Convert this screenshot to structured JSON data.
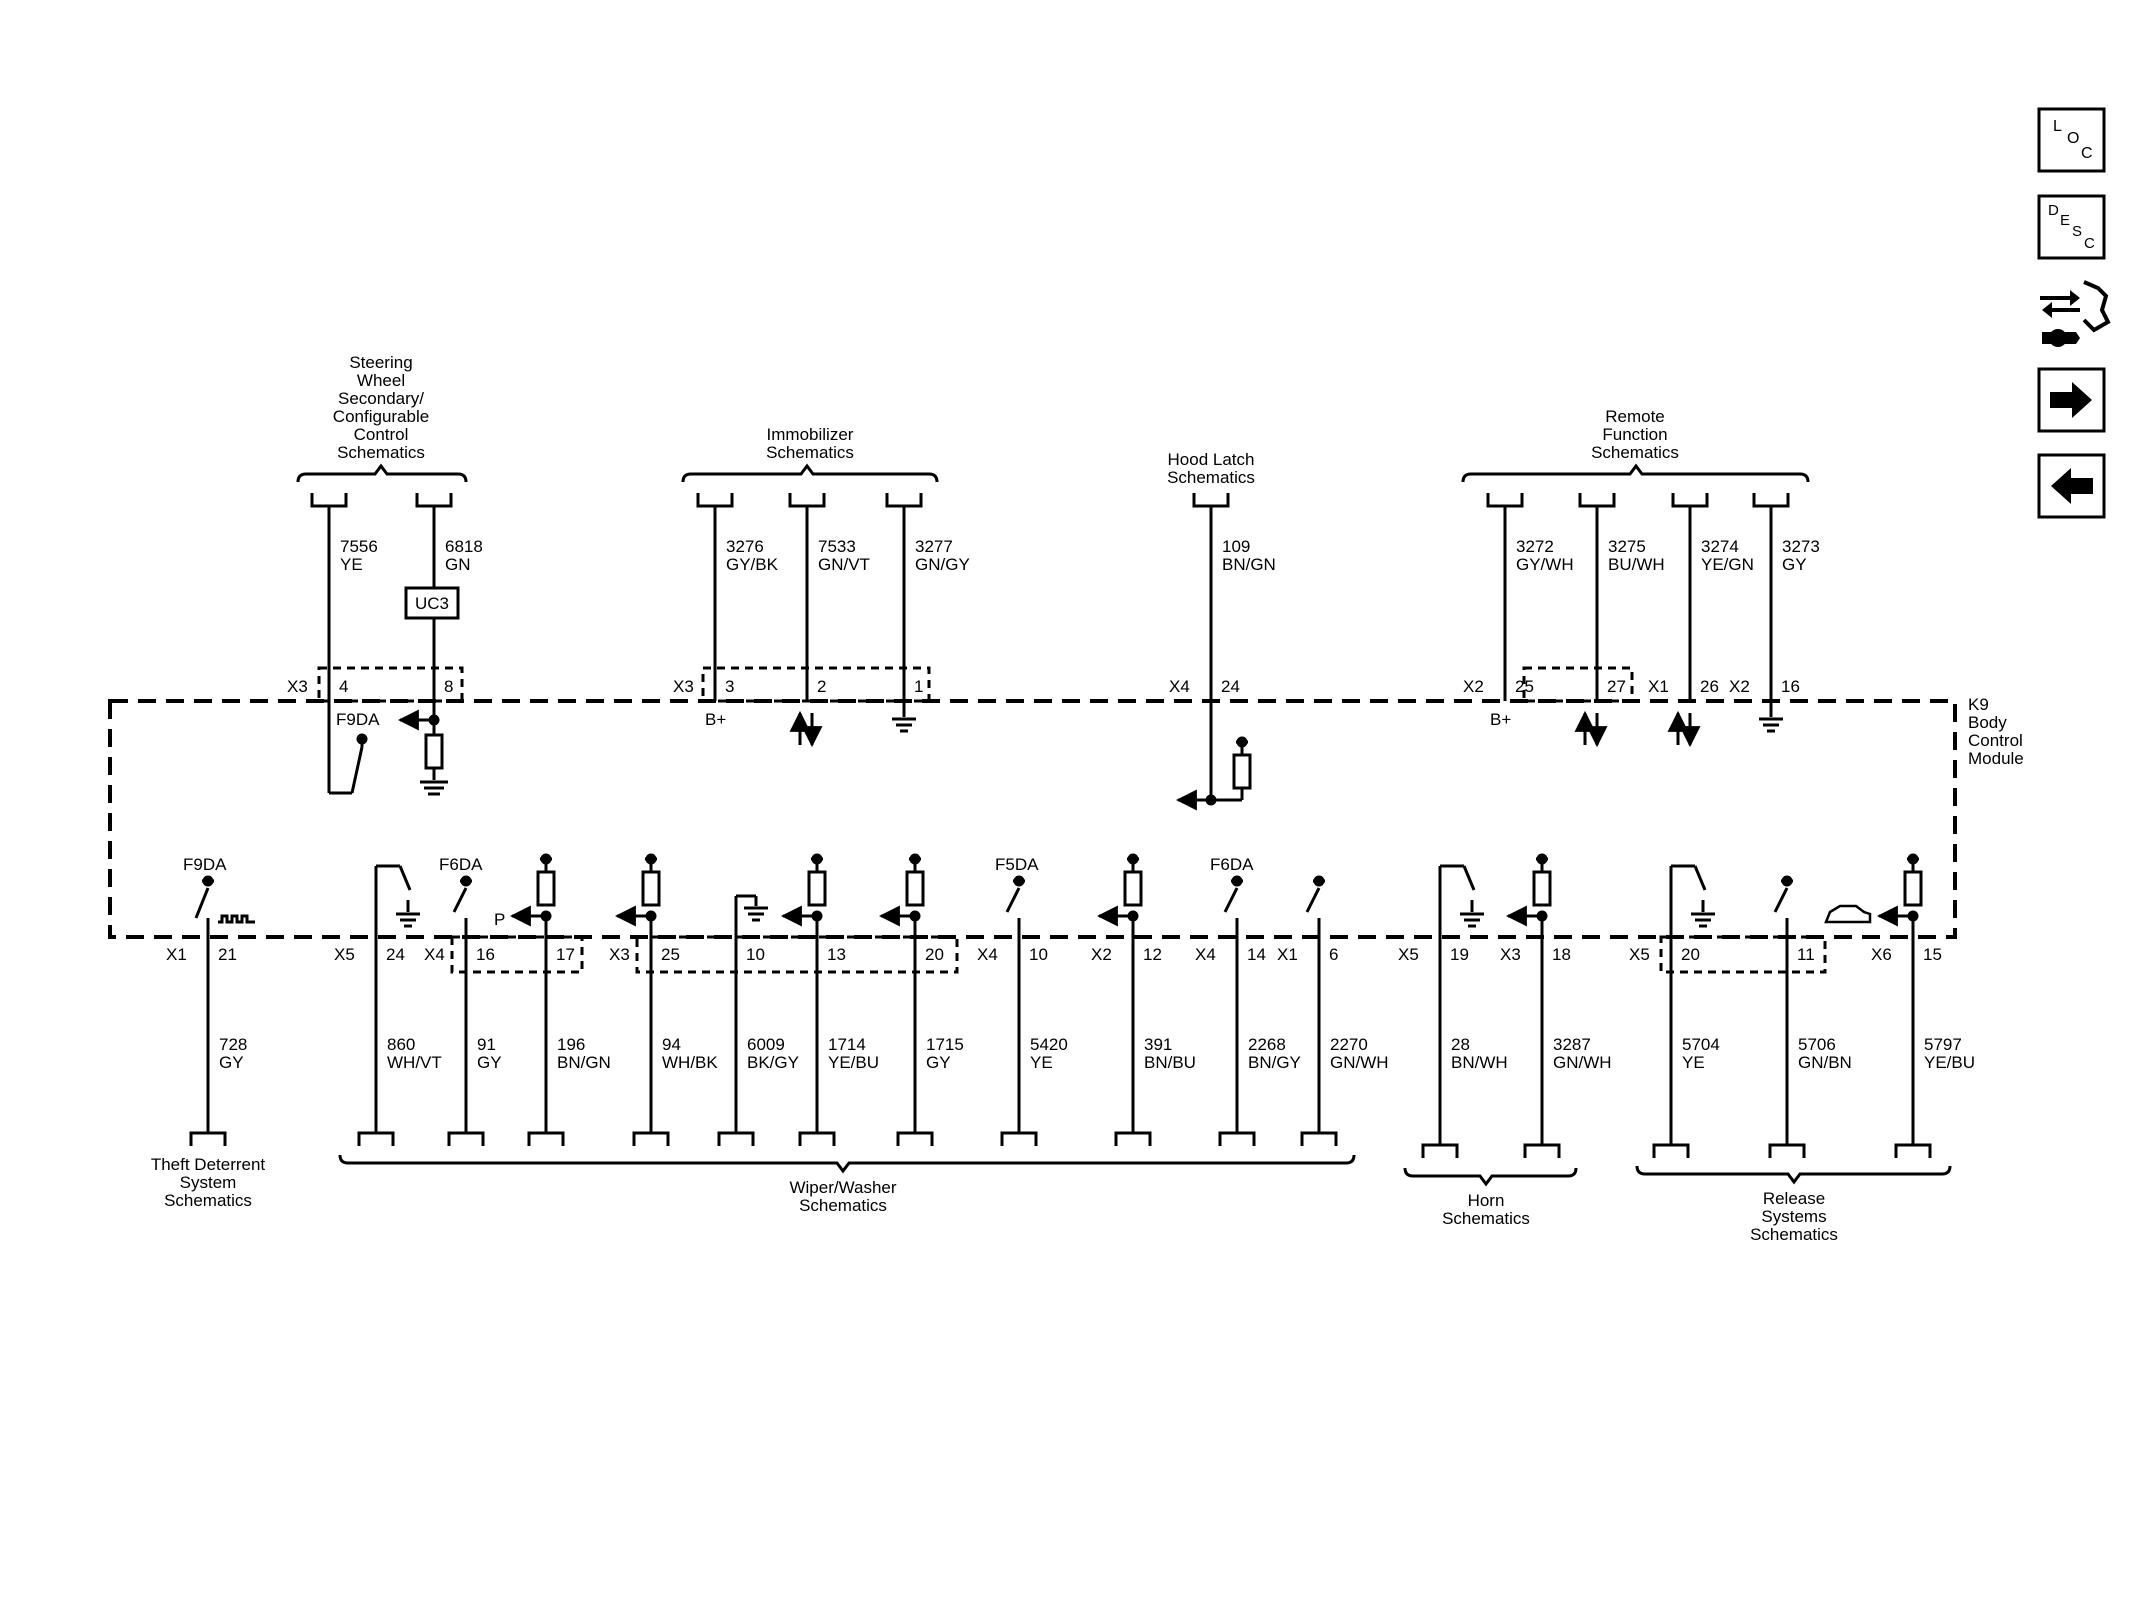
{
  "module": {
    "ref": "K9",
    "name_lines": [
      "Body",
      "Control",
      "Module"
    ]
  },
  "nav": {
    "loc": [
      "L",
      "O",
      "C"
    ],
    "desc": [
      "D",
      "E",
      "S",
      "C"
    ],
    "icons": [
      "loc-icon",
      "desc-icon",
      "component-view-icon",
      "next-arrow-icon",
      "previous-arrow-icon"
    ]
  },
  "top_groups": [
    {
      "label": [
        "Steering",
        "Wheel",
        "Secondary/",
        "Configurable",
        "Control",
        "Schematics"
      ]
    },
    {
      "label": [
        "Immobilizer",
        "Schematics"
      ]
    },
    {
      "label": [
        "Hood Latch",
        "Schematics"
      ]
    },
    {
      "label": [
        "Remote",
        "Function",
        "Schematics"
      ]
    }
  ],
  "bottom_groups": [
    {
      "label": [
        "Theft Deterrent",
        "System",
        "Schematics"
      ]
    },
    {
      "label": [
        "Wiper/Washer",
        "Schematics"
      ]
    },
    {
      "label": [
        "Horn",
        "Schematics"
      ]
    },
    {
      "label": [
        "Release",
        "Systems",
        "Schematics"
      ]
    }
  ],
  "top_wires": [
    {
      "circuit": "7556",
      "color": "YE",
      "connector": "X3",
      "pin": "4"
    },
    {
      "circuit": "6818",
      "color": "GN",
      "connector": "",
      "pin": "8"
    },
    {
      "circuit": "3276",
      "color": "GY/BK",
      "connector": "X3",
      "pin": "3"
    },
    {
      "circuit": "7533",
      "color": "GN/VT",
      "connector": "",
      "pin": "2"
    },
    {
      "circuit": "3277",
      "color": "GN/GY",
      "connector": "",
      "pin": "1"
    },
    {
      "circuit": "109",
      "color": "BN/GN",
      "connector": "X4",
      "pin": "24"
    },
    {
      "circuit": "3272",
      "color": "GY/WH",
      "connector": "X2",
      "pin": "25"
    },
    {
      "circuit": "3275",
      "color": "BU/WH",
      "connector": "",
      "pin": "27"
    },
    {
      "circuit": "3274",
      "color": "YE/GN",
      "connector": "X1",
      "pin": "26"
    },
    {
      "circuit": "3273",
      "color": "GY",
      "connector": "X2",
      "pin": "16"
    }
  ],
  "bottom_wires": [
    {
      "circuit": "728",
      "color": "GY",
      "connector": "X1",
      "pin": "21"
    },
    {
      "circuit": "860",
      "color": "WH/VT",
      "connector": "X5",
      "pin": "24"
    },
    {
      "circuit": "91",
      "color": "GY",
      "connector": "X4",
      "pin": "16"
    },
    {
      "circuit": "196",
      "color": "BN/GN",
      "connector": "",
      "pin": "17"
    },
    {
      "circuit": "94",
      "color": "WH/BK",
      "connector": "X3",
      "pin": "25"
    },
    {
      "circuit": "6009",
      "color": "BK/GY",
      "connector": "",
      "pin": "10"
    },
    {
      "circuit": "1714",
      "color": "YE/BU",
      "connector": "",
      "pin": "13"
    },
    {
      "circuit": "1715",
      "color": "GY",
      "connector": "",
      "pin": "20"
    },
    {
      "circuit": "5420",
      "color": "YE",
      "connector": "X4",
      "pin": "10"
    },
    {
      "circuit": "391",
      "color": "BN/BU",
      "connector": "X2",
      "pin": "12"
    },
    {
      "circuit": "2268",
      "color": "BN/GY",
      "connector": "X4",
      "pin": "14"
    },
    {
      "circuit": "2270",
      "color": "GN/WH",
      "connector": "X1",
      "pin": "6"
    },
    {
      "circuit": "28",
      "color": "BN/WH",
      "connector": "X5",
      "pin": "19"
    },
    {
      "circuit": "3287",
      "color": "GN/WH",
      "connector": "X3",
      "pin": "18"
    },
    {
      "circuit": "5704",
      "color": "YE",
      "connector": "X5",
      "pin": "20"
    },
    {
      "circuit": "5706",
      "color": "GN/BN",
      "connector": "",
      "pin": "11"
    },
    {
      "circuit": "5797",
      "color": "YE/BU",
      "connector": "X6",
      "pin": "15"
    }
  ],
  "internal_labels": {
    "fuse_top": "F9DA",
    "fuse_f9da": "F9DA",
    "fuse_f6da_1": "F6DA",
    "fuse_f5da": "F5DA",
    "fuse_f6da_2": "F6DA",
    "module_uc3": "UC3",
    "bplus_1": "B+",
    "bplus_2": "B+",
    "p_label": "P"
  }
}
